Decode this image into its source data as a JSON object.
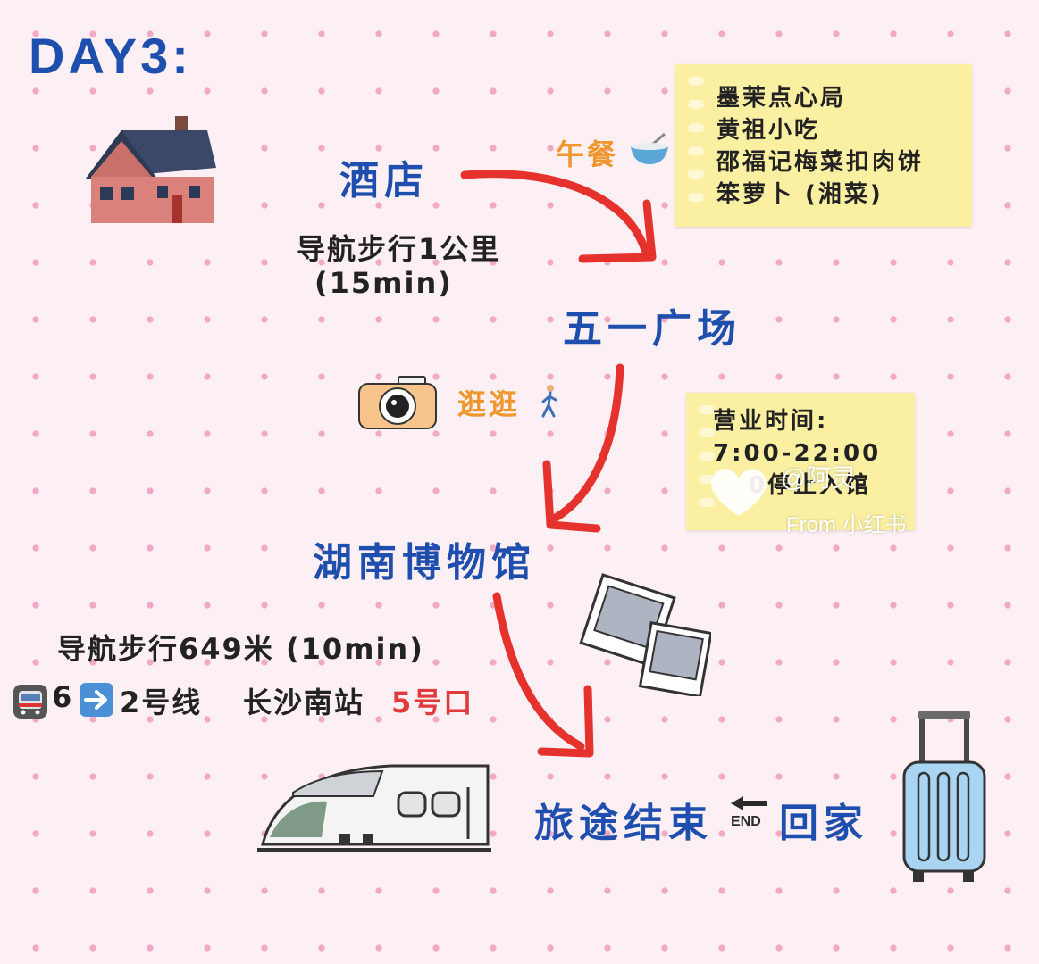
{
  "title": "DAY3:",
  "stops": {
    "hotel": "酒店",
    "square": "五一广场",
    "museum": "湖南博物馆",
    "end": "旅途结束",
    "end_badge": "END",
    "home": "回家"
  },
  "walk1": {
    "line1": "导航步行1公里",
    "line2": "(15min)"
  },
  "lunch": {
    "label": "午餐",
    "items": [
      "墨茉点心局",
      "黄祖小吃",
      "邵福记梅菜扣肉饼",
      "笨萝卜 (湘菜)"
    ]
  },
  "stroll": {
    "label": "逛逛"
  },
  "hours": {
    "line1": "营业时间:",
    "line2": "7:00-22:00",
    "line3": "0停止入馆"
  },
  "watermark": {
    "user": "@阿灵",
    "from": "From 小红书"
  },
  "walk2": {
    "line1": "导航步行649米 (10min)"
  },
  "metro": {
    "from": "6",
    "to": "2号线",
    "station": "长沙南站",
    "exit": "5号口"
  },
  "colors": {
    "blue": "#1f4fae",
    "red_arrow": "#e5322d",
    "orange": "#f0962e",
    "sticky": "#fbf0a2",
    "dots": "#f2a9c3"
  },
  "icons": [
    "house-icon",
    "bowl-icon",
    "camera-icon",
    "walking-person-icon",
    "photos-icon",
    "metro-icon",
    "right-arrow-icon",
    "back-arrow-icon",
    "train-icon",
    "suitcase-icon"
  ]
}
